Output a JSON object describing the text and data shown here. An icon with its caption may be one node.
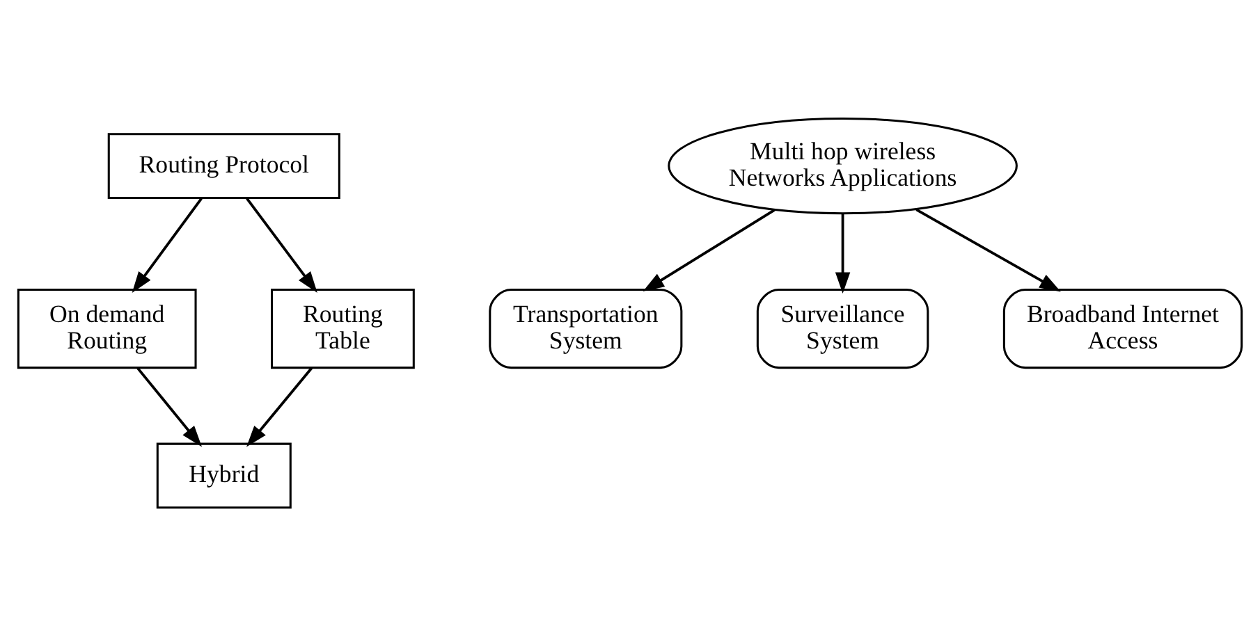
{
  "diagram": {
    "nodes": [
      {
        "text": [
          "Routing Protocol"
        ]
      },
      {
        "text": [
          "On demand Routing"
        ]
      },
      {
        "text": [
          "Routing Table"
        ]
      },
      {
        "text": [
          "Hybrid"
        ]
      },
      {
        "text": [
          "Multi hop wireless Networks Applications"
        ]
      },
      {
        "text": [
          "Transportation System"
        ]
      },
      {
        "text": [
          "Surveillance System"
        ]
      },
      {
        "text": [
          "Broadband Internet Access"
        ]
      }
    ],
    "edges": [
      {
        "from": 0,
        "to": 1,
        "arrow": "to"
      },
      {
        "from": 0,
        "to": 2,
        "arrow": "to"
      },
      {
        "from": 1,
        "to": 3,
        "arrow": "to"
      },
      {
        "from": 2,
        "to": 3,
        "arrow": "to"
      },
      {
        "from": 4,
        "to": 5,
        "arrow": "to"
      },
      {
        "from": 4,
        "to": 7,
        "arrow": "to"
      },
      {
        "from": 4,
        "to": 6,
        "arrow": "to"
      }
    ]
  }
}
